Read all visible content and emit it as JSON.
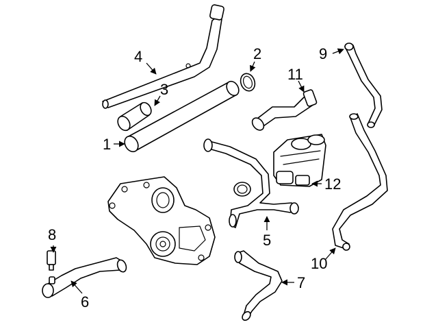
{
  "diagram": {
    "background": "#ffffff",
    "line_color": "#000000",
    "callouts": [
      {
        "id": "c1",
        "label": "1"
      },
      {
        "id": "c2",
        "label": "2"
      },
      {
        "id": "c3",
        "label": "3"
      },
      {
        "id": "c4",
        "label": "4"
      },
      {
        "id": "c5",
        "label": "5"
      },
      {
        "id": "c6",
        "label": "6"
      },
      {
        "id": "c7",
        "label": "7"
      },
      {
        "id": "c8",
        "label": "8"
      },
      {
        "id": "c9",
        "label": "9"
      },
      {
        "id": "c10",
        "label": "10"
      },
      {
        "id": "c11",
        "label": "11"
      },
      {
        "id": "c12",
        "label": "12"
      }
    ]
  }
}
